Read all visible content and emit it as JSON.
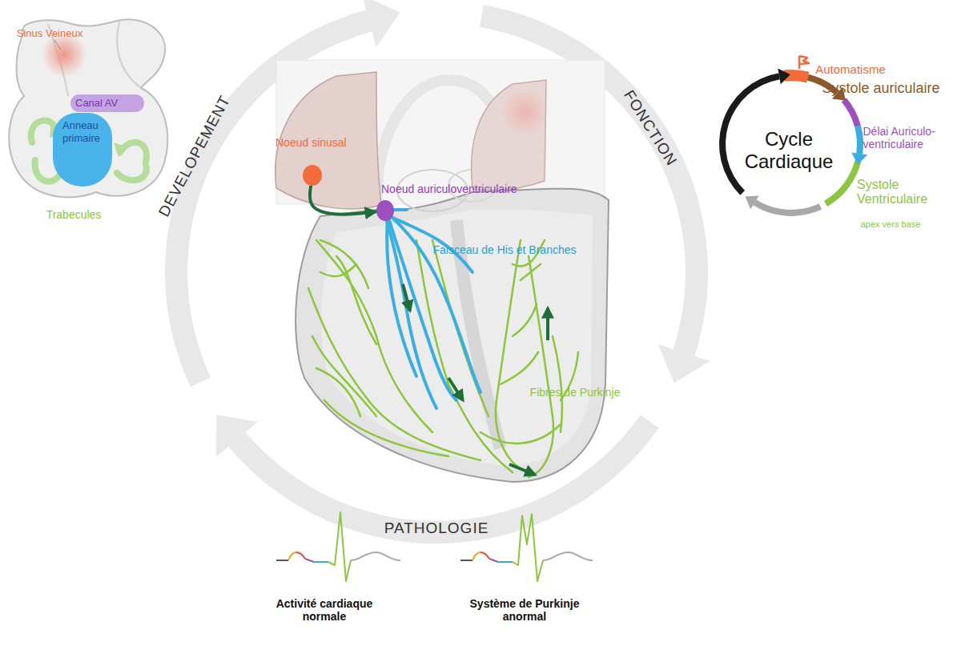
{
  "diagram": {
    "nodes": [
      {
        "text": [
          "Canal AV"
        ]
      },
      {
        "text": [
          "Anneau primaire"
        ]
      },
      {
        "text": [
          "Noeud sinusal"
        ]
      },
      {
        "text": [
          "Noeud auriculoventriculaire"
        ]
      }
    ],
    "edges": [
      {
        "from": 2,
        "to": 3,
        "arrow": "to"
      }
    ],
    "labels": [
      "Sinus Veineux",
      "Trabecules",
      "DEVELOPEMENT",
      "FONCTION",
      "PATHOLOGIE",
      "Faisceau de His et Branches",
      "Fibres de Purkinje",
      "Automatisme",
      "Systole auriculaire",
      "Délai Auriculo-ventriculaire",
      "Cycle Cardiaque",
      "Systole Ventriculaire",
      "apex vers base",
      "Activité cardiaque normale",
      "Système de Purkinje anormal"
    ]
  }
}
